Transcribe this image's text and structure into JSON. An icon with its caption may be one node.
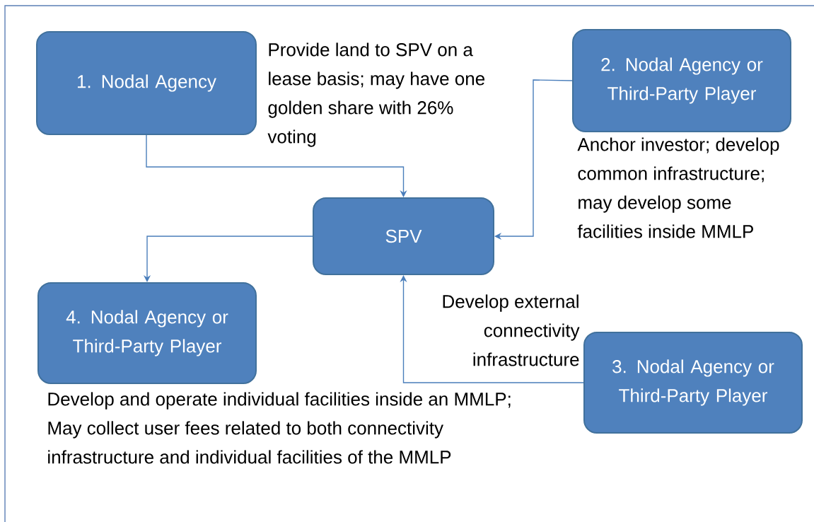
{
  "diagram": {
    "nodes": [
      {
        "text": [
          "1. Nodal Agency"
        ],
        "beside": [
          "Provide land to SPV on a lease basis; may have one golden share with 26% voting"
        ]
      },
      {
        "text": [
          "2. Nodal Agency or Third-Party Player"
        ],
        "beside": [
          "Anchor investor; develop common infrastructure; may develop some facilities inside MMLP"
        ]
      },
      {
        "text": [
          "SPV"
        ]
      },
      {
        "text": [
          "4. Nodal Agency or Third-Party Player"
        ],
        "beside": [
          "Develop and operate individual facilities inside an MMLP; May collect user fees related to both connectivity infrastructure and individual facilities of the MMLP"
        ]
      },
      {
        "text": [
          "3. Nodal Agency or Third-Party Player"
        ],
        "beside": [
          "Develop external connectivity infrastructure"
        ]
      }
    ],
    "edges": [
      {
        "from": 0,
        "to": 2,
        "arrow": "to"
      },
      {
        "from": 1,
        "to": 2,
        "arrow": "to"
      },
      {
        "from": 2,
        "to": 3,
        "arrow": "to"
      },
      {
        "from": 4,
        "to": 2,
        "arrow": "to"
      }
    ]
  }
}
